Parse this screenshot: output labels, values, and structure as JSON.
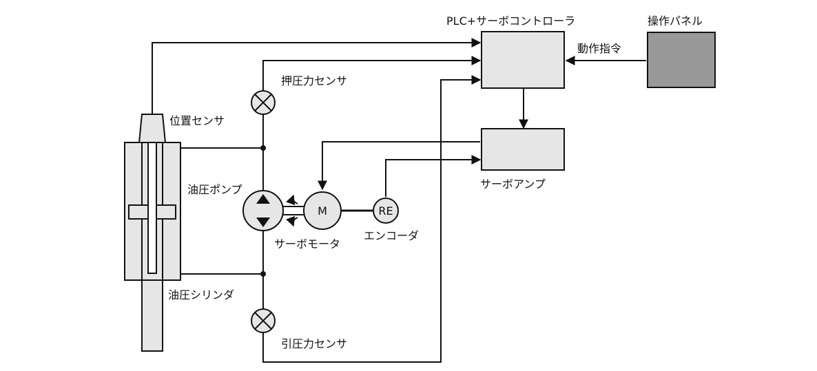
{
  "labels": {
    "controller": "PLC+サーボコントローラ",
    "operation_panel": "操作パネル",
    "operation_command": "動作指令",
    "push_sensor": "押圧力センサ",
    "position_sensor": "位置センサ",
    "hydraulic_pump": "油圧ポンプ",
    "servo_amp": "サーボアンプ",
    "motor_symbol": "M",
    "encoder_symbol": "RE",
    "servo_motor": "サーボモータ",
    "encoder": "エンコーダ",
    "hydraulic_cylinder": "油圧シリンダ",
    "pull_sensor": "引圧力センサ"
  },
  "colors": {
    "box_fill": "#e6e6e6",
    "panel_fill": "#999999",
    "cylinder_fill": "#e6e6e6",
    "stroke": "#111111"
  }
}
